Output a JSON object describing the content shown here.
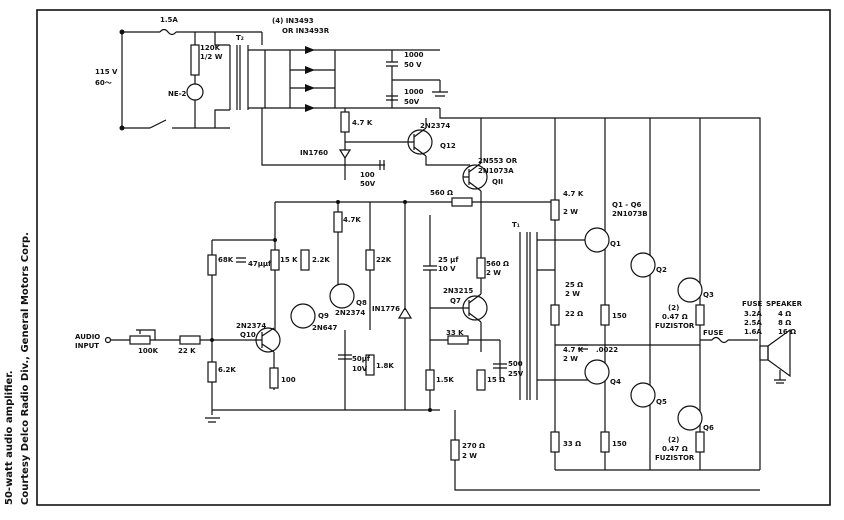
{
  "caption": {
    "credit": "Courtesy Delco Radio Div., General Motors Corp.",
    "title": "50-watt audio amplifier."
  },
  "labels": {
    "fuse_main": "1.5A",
    "mains_v": "115 V",
    "mains_hz": "60～",
    "r120k": "120K",
    "r120k_w": "1/2 W",
    "ne2": "NE-2",
    "t2": "T₂",
    "diodes": "(4) IN3493",
    "diodes_alt": "OR IN3493R",
    "c1000a": "1000",
    "c1000a_v": "50 V",
    "c1000b": "1000",
    "c1000b_v": "50V",
    "r4k7_top": "4.7 K",
    "zener1": "IN1760",
    "c100": "100",
    "c100_v": "50V",
    "q12_type": "2N2374",
    "q12": "Q12",
    "q11_type": "2N553  OR",
    "q11_type2": "2N1073A",
    "q11": "QII",
    "r560_top": "560 Ω",
    "r4k7_2w": "4.7 K",
    "r4k7_2w_w": "2 W",
    "q1q6": "Q1 - Q6",
    "q1q6_type": "2N1073B",
    "t1": "T₁",
    "r4k7_mid": "4.7K",
    "r68k": "68K",
    "c47": "47μμf",
    "r15k": "15 K",
    "r2k2": "2.2K",
    "r22k": "22K",
    "c25": "25 μf",
    "c25_v": "10 V",
    "r560_2w": "560 Ω",
    "r560_2w_w": "2 W",
    "r25": "25 Ω",
    "r25_w": "2 W",
    "q8_type": "2N2374",
    "q8": "Q8",
    "q9": "Q9",
    "q9_type": "2N647",
    "zener2": "IN1776",
    "q7_type": "2N3215",
    "q7": "Q7",
    "r22_top": "22 Ω",
    "r150_top": "150",
    "fuzistor_top_n": "(2)",
    "fuzistor_top_v": "0.47 Ω",
    "fuzistor_top": "FUZISTOR",
    "q10_type": "2N2374",
    "q10": "Q10",
    "audio_in": "AUDIO",
    "audio_in2": "INPUT",
    "r100k": "100K",
    "r22k_in": "22 K",
    "c50": "50μf",
    "c50_v": "10V",
    "r33k": "33 K",
    "c500": "500",
    "c500_v": "25V",
    "r4k7_low": "4.7 K",
    "r4k7_low_w": "2 W",
    "c0022": ".0022",
    "r6k2": "6.2K",
    "r1k8": "1.8K",
    "r1k5": "1.5K",
    "r15": "15 Ω",
    "r100": "100",
    "q1": "Q1",
    "q2": "Q2",
    "q3": "Q3",
    "q4": "Q4",
    "q5": "Q5",
    "q6": "Q6",
    "fuse_out": "FUSE",
    "r33_low": "33 Ω",
    "r150_low": "150",
    "fuzistor_low_n": "(2)",
    "fuzistor_low_v": "0.47 Ω",
    "fuzistor_low": "FUZISTOR",
    "r270": "270 Ω",
    "r270_w": "2 W",
    "table_fuse_h": "FUSE",
    "table_spk_h": "SPEAKER",
    "table_fuse": [
      "3.2A",
      "2.5A",
      "1.6A"
    ],
    "table_spk": [
      "4 Ω",
      "8 Ω",
      "16 Ω"
    ]
  }
}
